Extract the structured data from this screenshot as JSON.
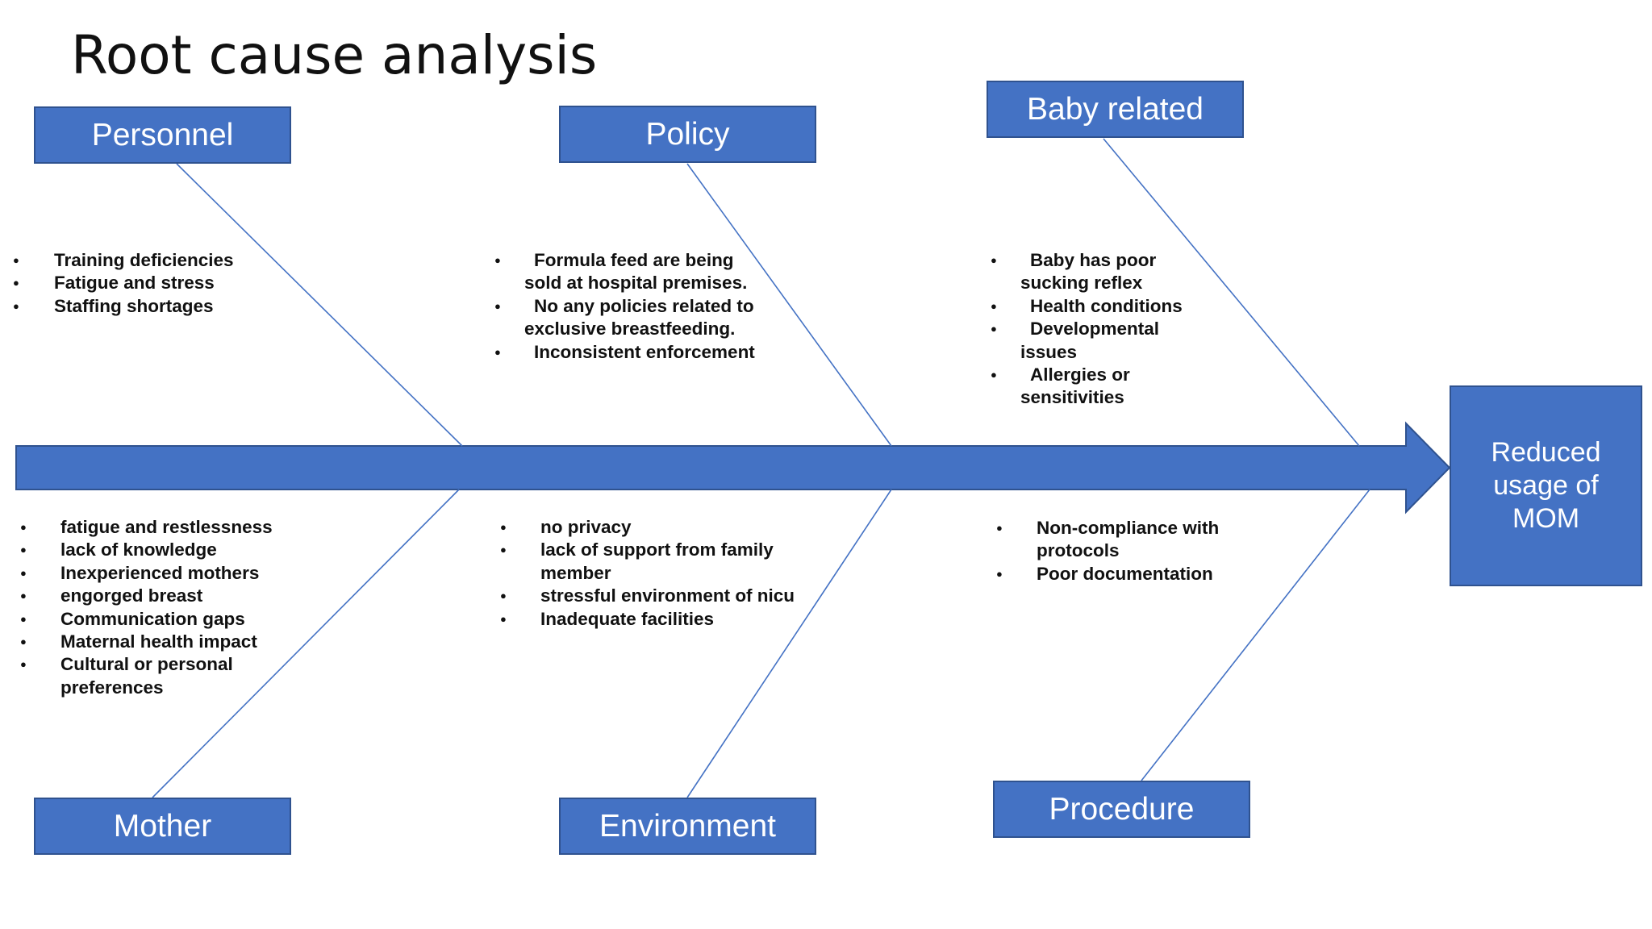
{
  "title": "Root cause analysis",
  "effect": "Reduced usage of MOM",
  "categories": [
    {
      "id": "personnel",
      "label": "Personnel",
      "causes": [
        "Training deficiencies",
        "Fatigue and stress",
        "Staffing shortages"
      ]
    },
    {
      "id": "policy",
      "label": "Policy",
      "causes": [
        "Formula feed are being sold at hospital premises.",
        "No any policies related to exclusive breastfeeding.",
        "Inconsistent enforcement"
      ]
    },
    {
      "id": "baby",
      "label": "Baby related",
      "causes": [
        "Baby has poor sucking reflex",
        "Health conditions",
        "Developmental issues",
        "Allergies or sensitivities"
      ]
    },
    {
      "id": "mother",
      "label": "Mother",
      "causes": [
        "fatigue and restlessness",
        "lack of knowledge",
        "Inexperienced mothers",
        "engorged breast",
        "Communication gaps",
        "Maternal health impact",
        "Cultural or personal preferences"
      ]
    },
    {
      "id": "environment",
      "label": "Environment",
      "causes": [
        "no privacy",
        "lack of support from family member",
        "stressful environment of nicu",
        "Inadequate facilities"
      ]
    },
    {
      "id": "procedure",
      "label": "Procedure",
      "causes": [
        "Non-compliance with protocols",
        "Poor documentation"
      ]
    }
  ],
  "colors": {
    "box_fill": "#4472c4",
    "box_border": "#2f528f",
    "line": "#4472c4"
  }
}
